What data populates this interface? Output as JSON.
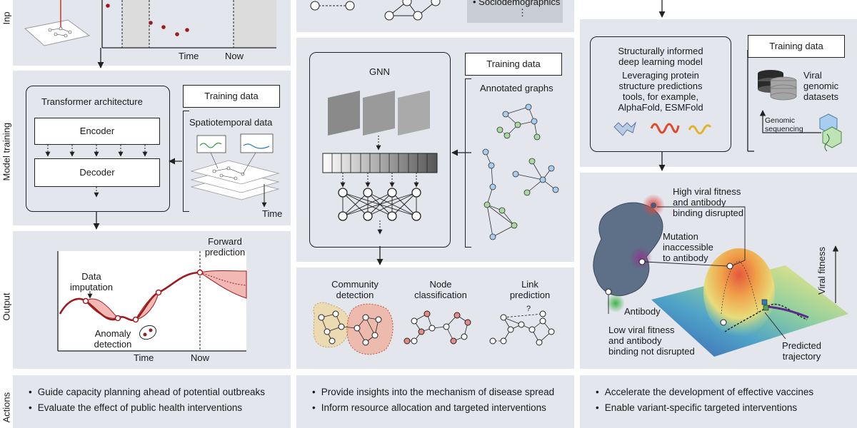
{
  "colors": {
    "panel_bg": "#e3e6ec",
    "curve": "#9b1b1f",
    "pred_fill": "#f2b8b4",
    "community_yellow": "#f0d59a",
    "community_red": "#f1a794",
    "node_blue": "#a9cdee",
    "node_green": "#a7d9a1",
    "node_red": "#e38c85"
  },
  "row_labels": {
    "input": "Inp",
    "model_training": "Model training",
    "output": "Output",
    "actions": "Actions"
  },
  "col1": {
    "time_axis": {
      "time": "Time",
      "now": "Now"
    },
    "model": {
      "title": "Transformer architecture",
      "encoder": "Encoder",
      "decoder": "Decoder",
      "training_data_label": "Training data",
      "training_data_desc": "Spatiotemporal data",
      "time_label": "Time"
    },
    "output": {
      "forward_prediction": "Forward\nprediction",
      "data_imputation": "Data\nimputation",
      "anomaly_detection": "Anomaly\ndetection",
      "time": "Time",
      "now": "Now"
    },
    "actions": [
      "Guide capacity planning ahead of potential outbreaks",
      "Evaluate the effect of public health interventions"
    ]
  },
  "col2": {
    "input_text": "Sociodemographics",
    "input_ellipsis": "⋮",
    "model": {
      "title": "GNN",
      "training_data_label": "Training data",
      "annotated_graphs": "Annotated graphs"
    },
    "output": {
      "community_detection": "Community\ndetection",
      "node_classification": "Node\nclassification",
      "link_prediction": "Link\nprediction",
      "question_mark": "?"
    },
    "actions": [
      "Provide insights into the mechanism of disease spread",
      "Inform resource allocation and targeted interventions"
    ]
  },
  "col3": {
    "model": {
      "title": "Structurally informed\ndeep learning model",
      "desc": "Leveraging protein\nstructure predictions\ntools, for example,\nAlphaFold, ESMFold",
      "training_data_label": "Training data",
      "viral_datasets": "Viral\ngenomic\ndatasets",
      "genomic_sequencing": "Genomic\nsequencing"
    },
    "output": {
      "high_fitness": "High viral fitness\nand antibody\nbinding disrupted",
      "mutation_inaccessible": "Mutation\ninaccessible\nto antibody",
      "antibody": "Antibody",
      "low_fitness": "Low viral fitness\nand antibody\nbinding not disrupted",
      "predicted_trajectory": "Predicted\ntrajectory",
      "viral_fitness": "Viral fitness"
    },
    "actions": [
      "Accelerate the development of effective vaccines",
      "Enable variant-specific targeted interventions"
    ]
  }
}
